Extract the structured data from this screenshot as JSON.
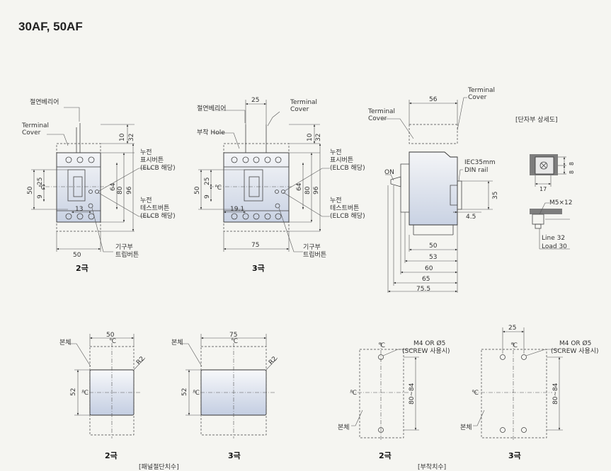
{
  "title": "30AF, 50AF",
  "front": {
    "insulation_barrier": "절연베리어",
    "terminal_cover_1": "Terminal",
    "terminal_cover_2": "Cover",
    "mount_hole": "부착 Hole",
    "leak_1": "누전",
    "leak_2": "표시버튼",
    "leak_3": "(ELCB 해당)",
    "test_1": "누전",
    "test_2": "테스트버튼",
    "test_3": "(ELCB 해당)",
    "trip_1": "기구부",
    "trip_2": "트립버튼",
    "two_pole": "2극",
    "three_pole": "3극",
    "centerline": "℃"
  },
  "dims": {
    "d25": "25",
    "d10": "10",
    "d32": "32",
    "d9": "9",
    "d50": "50",
    "d64": "64",
    "d80": "80",
    "d96": "96",
    "d13": "13",
    "d19_1": "19.1",
    "d75": "75",
    "d56": "56",
    "d35": "35",
    "d4_5": "4.5",
    "d53": "53",
    "d60": "60",
    "d65": "65",
    "d75_5": "75.5",
    "d52": "52",
    "d80_84": "80~84",
    "d17": "17",
    "d8": "8"
  },
  "side": {
    "on": "ON",
    "din_1": "IEC35mm",
    "din_2": "DIN rail"
  },
  "terminal_detail": {
    "title": "[단자부 상세도]",
    "screw": "M5×12",
    "line": "Line 32",
    "load": "Load 30"
  },
  "panel_cut": {
    "body_label": "본체",
    "r2": "R2",
    "caption": "[패널절단치수]"
  },
  "mounting": {
    "screw_1": "M4 OR Ø5",
    "screw_2": "(SCREW 사용시)",
    "body_label": "본체",
    "caption": "[부착치수]"
  }
}
